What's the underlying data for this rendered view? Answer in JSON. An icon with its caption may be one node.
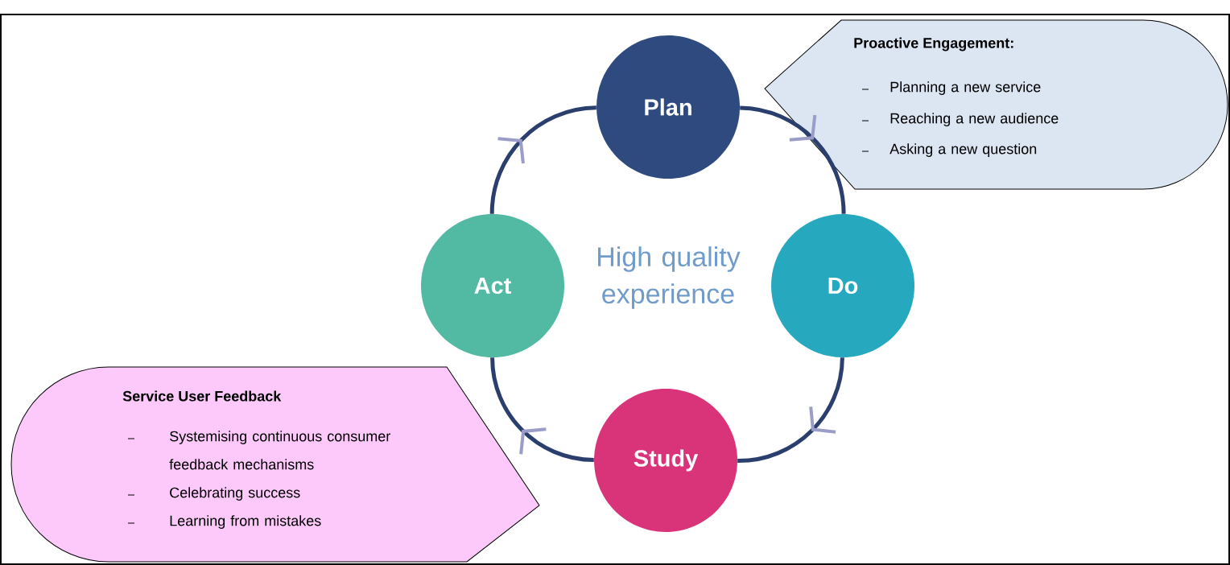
{
  "diagram": {
    "nodes": [
      {
        "text": [
          "Plan"
        ]
      },
      {
        "text": [
          "Do"
        ]
      },
      {
        "text": [
          "Study"
        ]
      },
      {
        "text": [
          "Act"
        ]
      },
      {
        "text": [
          "Proactive Engagement:",
          "Planning a new service",
          "Reaching a new audience",
          "Asking a new question"
        ]
      },
      {
        "text": [
          "Service User Feedback",
          "Systemising continuous consumer feedback mechanisms",
          "Celebrating success",
          "Learning from mistakes"
        ]
      }
    ],
    "edges": [
      {
        "from": 0,
        "to": 1,
        "arrow": "to"
      },
      {
        "from": 1,
        "to": 2,
        "arrow": "to"
      },
      {
        "from": 2,
        "to": 3,
        "arrow": "to"
      },
      {
        "from": 3,
        "to": 0,
        "arrow": "to"
      }
    ],
    "labels": [
      "High quality experience"
    ]
  }
}
